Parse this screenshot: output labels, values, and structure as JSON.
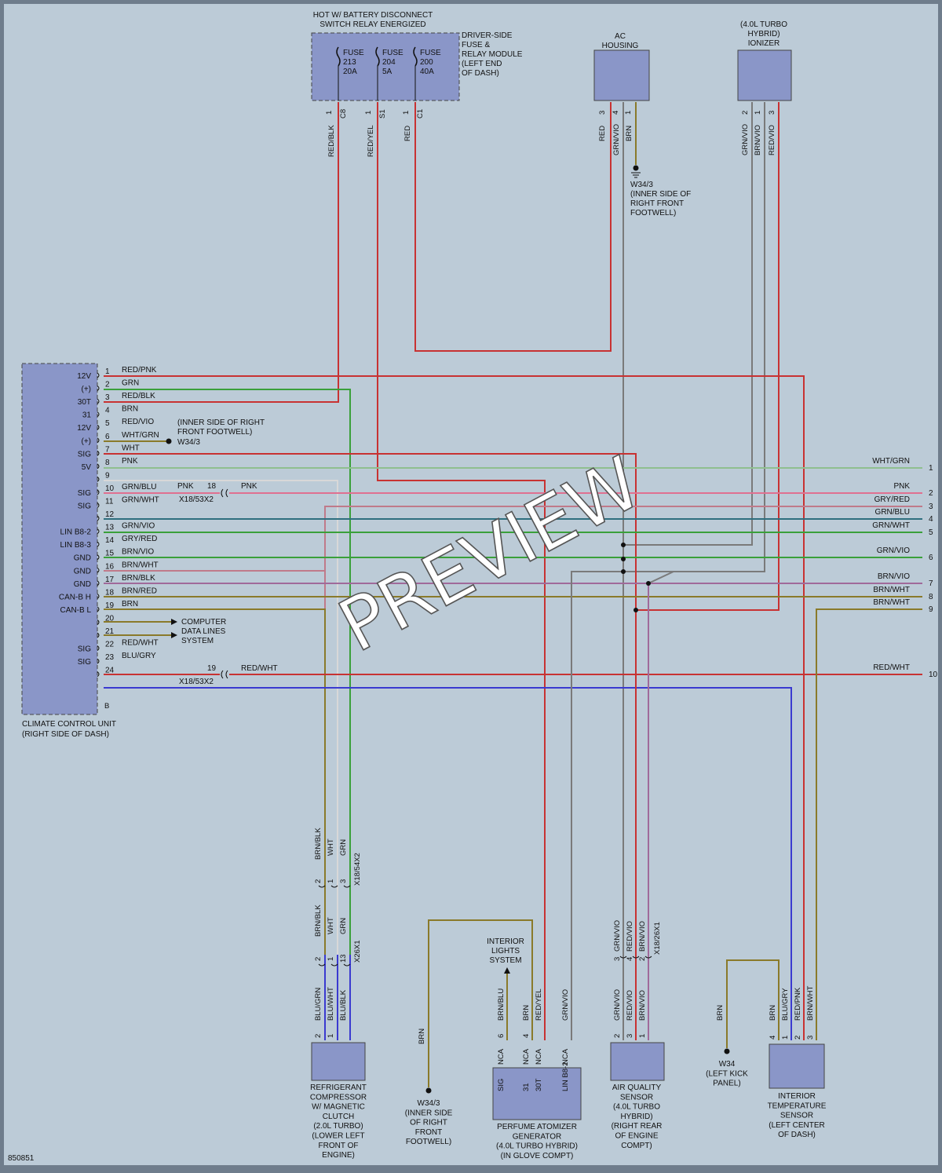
{
  "image_id": "850851",
  "watermark": "PREVIEW",
  "fuse_header": [
    "HOT W/ BATTERY DISCONNECT",
    "SWITCH RELAY ENERGIZED"
  ],
  "fuse_module": [
    "DRIVER-SIDE",
    "FUSE &",
    "RELAY MODULE",
    "(LEFT END",
    "OF DASH)"
  ],
  "fuses": [
    {
      "label": [
        "FUSE",
        "213",
        "20A"
      ],
      "pin": "1",
      "conn": "C8",
      "wire": "RED/BLK"
    },
    {
      "label": [
        "FUSE",
        "204",
        "5A"
      ],
      "pin": "1",
      "conn": "S1",
      "wire": "RED/YEL"
    },
    {
      "label": [
        "FUSE",
        "200",
        "40A"
      ],
      "pin": "1",
      "conn": "C1",
      "wire": "RED"
    }
  ],
  "ac_housing": {
    "label": [
      "AC",
      "HOUSING"
    ],
    "pins": [
      {
        "pin": "3",
        "wire": "RED"
      },
      {
        "pin": "4",
        "wire": "GRN/VIO"
      },
      {
        "pin": "1",
        "wire": "BRN"
      }
    ],
    "ground": [
      "W34/3",
      "(INNER SIDE OF",
      "RIGHT FRONT",
      "FOOTWELL)"
    ]
  },
  "ionizer": {
    "label": [
      "(4.0L TURBO",
      "HYBRID)",
      "IONIZER"
    ],
    "pins": [
      {
        "pin": "2",
        "wire": "GRN/VIO"
      },
      {
        "pin": "1",
        "wire": "BRN/VIO"
      },
      {
        "pin": "3",
        "wire": "RED/VIO"
      }
    ]
  },
  "ccu": {
    "label": [
      "CLIMATE CONTROL UNIT",
      "(RIGHT SIDE OF DASH)"
    ],
    "rows": [
      {
        "pin": "1",
        "func": "12V",
        "wire": "RED/PNK"
      },
      {
        "pin": "2",
        "func": "(+)",
        "wire": "GRN"
      },
      {
        "pin": "3",
        "func": "30T",
        "wire": "RED/BLK"
      },
      {
        "pin": "4",
        "func": "31",
        "wire": "BRN"
      },
      {
        "pin": "5",
        "func": "12V",
        "wire": "RED/VIO"
      },
      {
        "pin": "6",
        "func": "(+)",
        "wire": "WHT/GRN"
      },
      {
        "pin": "7",
        "func": "SIG",
        "wire": "WHT"
      },
      {
        "pin": "8",
        "func": "5V",
        "wire": "PNK"
      },
      {
        "pin": "9",
        "func": "",
        "wire": ""
      },
      {
        "pin": "10",
        "func": "SIG",
        "wire": "GRN/BLU"
      },
      {
        "pin": "11",
        "func": "SIG",
        "wire": "GRN/WHT"
      },
      {
        "pin": "12",
        "func": "",
        "wire": ""
      },
      {
        "pin": "13",
        "func": "LIN B8-2",
        "wire": "GRN/VIO"
      },
      {
        "pin": "14",
        "func": "LIN B8-3",
        "wire": "GRY/RED"
      },
      {
        "pin": "15",
        "func": "GND",
        "wire": "BRN/VIO"
      },
      {
        "pin": "16",
        "func": "GND",
        "wire": "BRN/WHT"
      },
      {
        "pin": "17",
        "func": "GND",
        "wire": "BRN/BLK"
      },
      {
        "pin": "18",
        "func": "CAN-B H",
        "wire": "BRN/RED"
      },
      {
        "pin": "19",
        "func": "CAN-B L",
        "wire": "BRN"
      },
      {
        "pin": "20",
        "func": "",
        "wire": ""
      },
      {
        "pin": "21",
        "func": "",
        "wire": ""
      },
      {
        "pin": "22",
        "func": "SIG",
        "wire": "RED/WHT"
      },
      {
        "pin": "23",
        "func": "SIG",
        "wire": "BLU/GRY"
      },
      {
        "pin": "24",
        "func": "",
        "wire": ""
      }
    ],
    "conn": "B"
  },
  "ground_4": [
    "(INNER SIDE OF RIGHT",
    "FRONT FOOTWELL)",
    "W34/3"
  ],
  "computer": [
    "COMPUTER",
    "DATA LINES",
    "SYSTEM"
  ],
  "inline": {
    "c18_pin": "18",
    "c18_wire_left": "PNK",
    "c18_wire_right": "PNK",
    "c18_conn": "X18/53X2",
    "c19_pin": "19",
    "c19_wire": "RED/WHT",
    "c19_conn": "X18/53X2"
  },
  "right_outputs": [
    {
      "num": "1",
      "wire": "WHT/GRN"
    },
    {
      "num": "2",
      "wire": "PNK"
    },
    {
      "num": "3",
      "wire": "GRY/RED"
    },
    {
      "num": "4",
      "wire": "GRN/BLU"
    },
    {
      "num": "5",
      "wire": "GRN/WHT"
    },
    {
      "num": "6",
      "wire": "GRN/VIO"
    },
    {
      "num": "7",
      "wire": "BRN/VIO"
    },
    {
      "num": "8",
      "wire": "BRN/WHT"
    },
    {
      "num": "9",
      "wire": "BRN/WHT"
    },
    {
      "num": "10",
      "wire": "RED/WHT"
    }
  ],
  "compressor_conn": {
    "top": [
      {
        "pin": "2",
        "wire": "BRN/BLK"
      },
      {
        "pin": "1",
        "wire": "WHT"
      },
      {
        "pin": "3",
        "wire": "GRN"
      }
    ],
    "top_conn": "X18/54X2",
    "mid": [
      {
        "pin": "2",
        "wire": "BRN/BLK"
      },
      {
        "pin": "1",
        "wire": "WHT"
      },
      {
        "pin": "13",
        "wire": "GRN"
      }
    ],
    "mid_conn": "X26X1",
    "bottom": [
      {
        "pin": "2",
        "wire": "BLU/GRN"
      },
      {
        "pin": "1",
        "wire": "BLU/WHT"
      },
      {
        "pin": "",
        "wire": "BLU/BLK"
      }
    ]
  },
  "compressor": [
    "REFRIGERANT",
    "COMPRESSOR",
    "W/ MAGNETIC",
    "CLUTCH",
    "(2.0L TURBO)",
    "(LOWER LEFT",
    "FRONT OF",
    "ENGINE)"
  ],
  "ground_w343": {
    "wire": "BRN",
    "label": [
      "W34/3",
      "(INNER SIDE",
      "OF RIGHT",
      "FRONT",
      "FOOTWELL)"
    ]
  },
  "interior_lights": [
    "INTERIOR",
    "LIGHTS",
    "SYSTEM"
  ],
  "perfume": {
    "pins": [
      {
        "pin": "6",
        "wire": "BRN/BLU",
        "nca": "NCA",
        "func": "SIG"
      },
      {
        "pin": "4",
        "wire": "BRN",
        "nca": "NCA",
        "func": "31"
      },
      {
        "pin": "",
        "wire": "RED/YEL",
        "nca": "NCA",
        "func": "30T"
      },
      {
        "pin": "",
        "wire": "GRN/VIO",
        "nca": "NCA",
        "func": "LIN B8-2"
      }
    ],
    "label": [
      "PERFUME ATOMIZER",
      "GENERATOR",
      "(4.0L TURBO HYBRID)",
      "(IN GLOVE COMPT)"
    ]
  },
  "aq_conn": {
    "top": [
      {
        "pin": "3",
        "wire": "GRN/VIO"
      },
      {
        "pin": "4",
        "wire": "RED/VIO"
      },
      {
        "pin": "2",
        "wire": "BRN/VIO"
      }
    ],
    "conn": "X18/26X1",
    "bottom": [
      {
        "pin": "2",
        "wire": "GRN/VIO"
      },
      {
        "pin": "3",
        "wire": "RED/VIO"
      },
      {
        "pin": "1",
        "wire": "BRN/VIO"
      }
    ]
  },
  "aq_sensor": [
    "AIR QUALITY",
    "SENSOR",
    "(4.0L TURBO",
    "HYBRID)",
    "(RIGHT REAR",
    "OF ENGINE",
    "COMPT)"
  ],
  "ground_w34": {
    "wire": "BRN",
    "label": [
      "W34",
      "(LEFT KICK",
      "PANEL)"
    ]
  },
  "its": {
    "pins": [
      {
        "pin": "4",
        "wire": "BRN"
      },
      {
        "pin": "1",
        "wire": "BLU/GRY"
      },
      {
        "pin": "2",
        "wire": "RED/PNK"
      },
      {
        "pin": "3",
        "wire": "BRN/WHT"
      }
    ],
    "label": [
      "INTERIOR",
      "TEMPERATURE",
      "SENSOR",
      "(LEFT CENTER",
      "OF DASH)"
    ]
  }
}
